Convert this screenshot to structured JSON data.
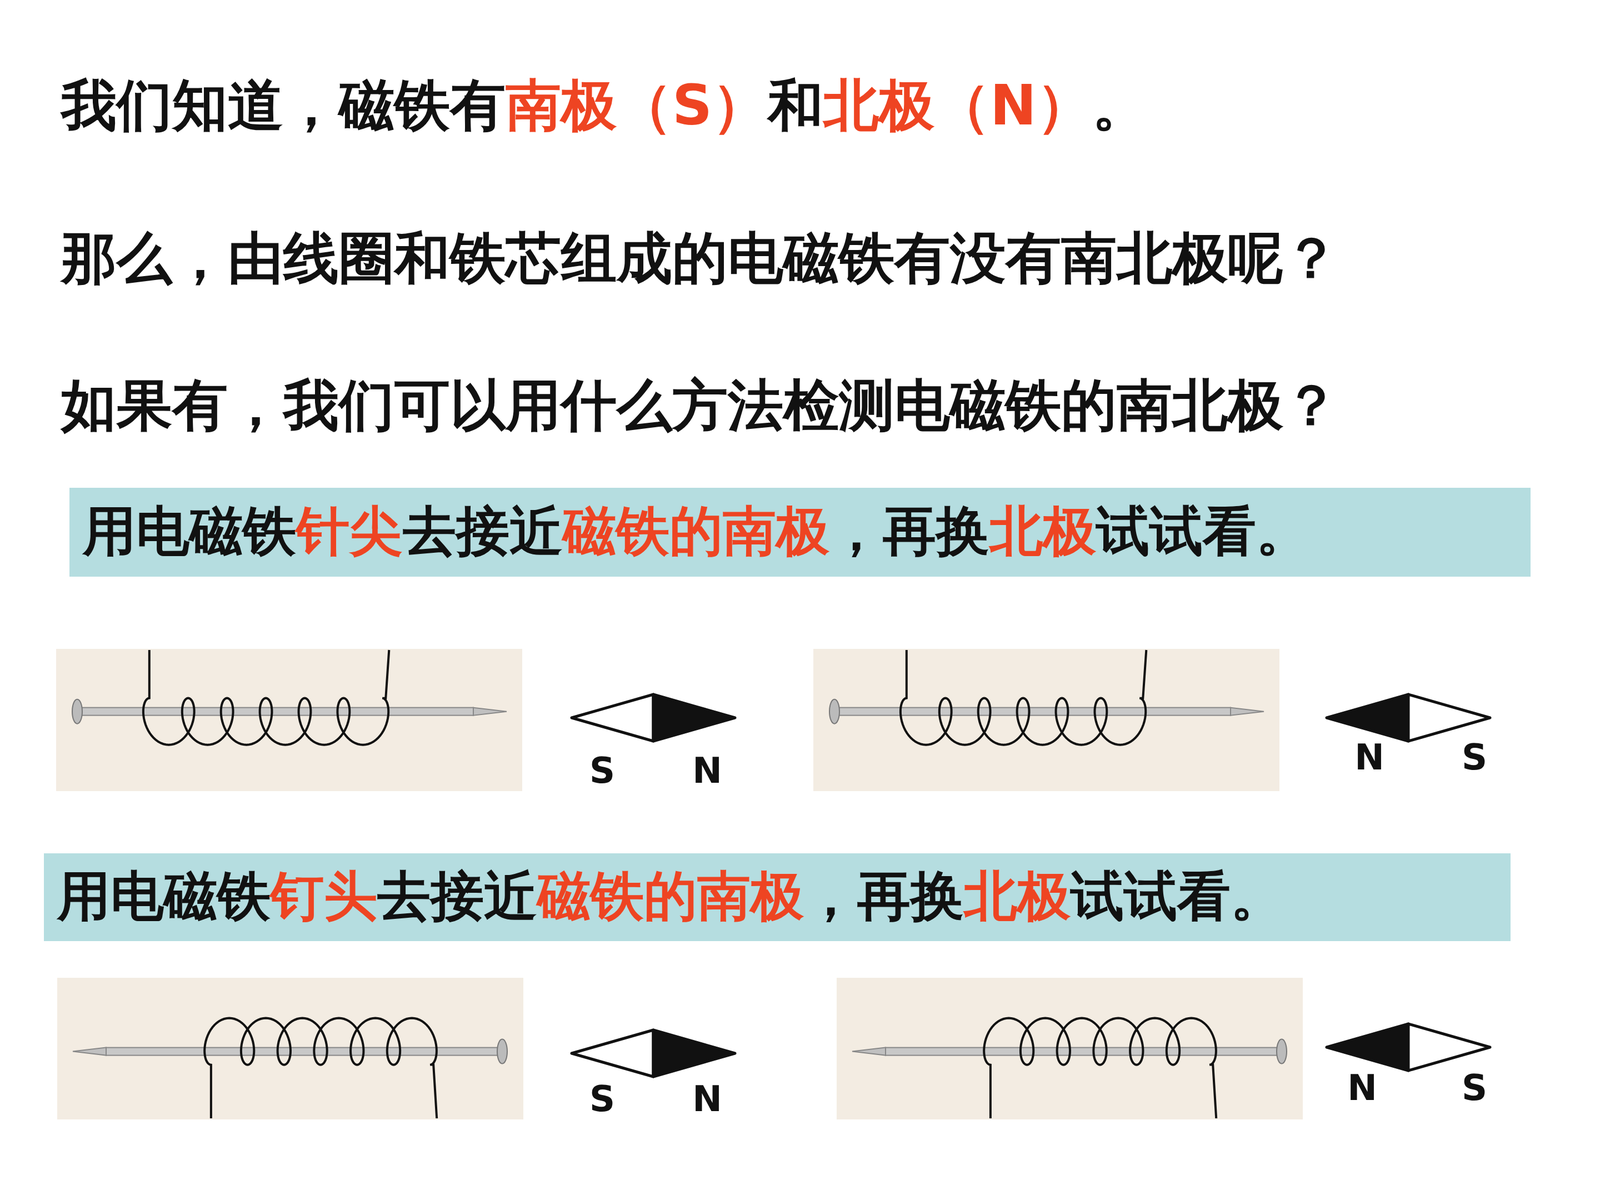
{
  "diagram": {
    "nodes": [
      {
        "text": [
          "用电磁铁",
          "针尖",
          "去接近",
          "磁铁的南极",
          "，再换",
          "北极",
          "试试看。"
        ]
      },
      {
        "text": [
          "用电磁铁",
          "钉头",
          "去接近",
          "磁铁的南极",
          "，再换",
          "北极",
          "试试看。"
        ]
      }
    ],
    "labels": [
      "我们知道，磁铁有",
      "南极（S）",
      "和",
      "北极（N）",
      "。",
      "那么，由线圈和铁芯组成的电磁铁有没有南北极呢？",
      "如果有，我们可以用什么方法检测电磁铁的南北极？",
      "S",
      "N",
      "N",
      "S",
      "S",
      "N",
      "N",
      "S"
    ]
  }
}
